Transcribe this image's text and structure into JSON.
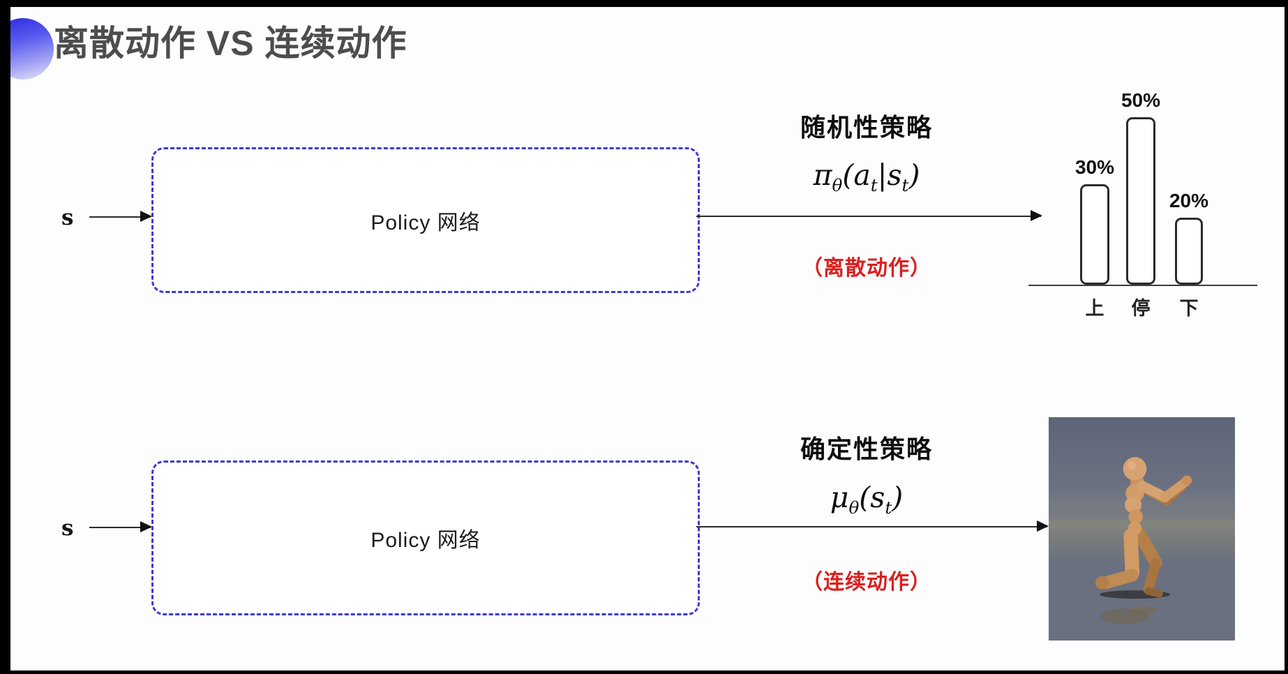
{
  "title": "离散动作 VS 连续动作",
  "row_discrete": {
    "input": "s",
    "box": "Policy 网络",
    "policy": "随机性策略",
    "formula": {
      "sym": "π",
      "sym_sub": "θ",
      "open": "(",
      "v1": "a",
      "v1_sub": "t",
      "sep": "|",
      "v2": "s",
      "v2_sub": "t",
      "close": ")"
    },
    "note": "（离散动作）"
  },
  "row_continuous": {
    "input": "s",
    "box": "Policy 网络",
    "policy": "确定性策略",
    "formula": {
      "sym": "μ",
      "sym_sub": "θ",
      "open": "(",
      "v1": "s",
      "v1_sub": "t",
      "close": ")"
    },
    "note": "（连续动作）"
  },
  "chart_data": {
    "type": "bar",
    "title": "",
    "categories": [
      "上",
      "停",
      "下"
    ],
    "values": [
      30,
      50,
      20
    ],
    "value_labels": [
      "30%",
      "50%",
      "20%"
    ],
    "xlabel": "",
    "ylabel": "",
    "ylim": [
      0,
      55
    ],
    "grid": false,
    "bar_style": "white fill, dark rounded outline, labels above bars, category labels under baseline"
  },
  "colors": {
    "box_border_blue": "#3b3bd6",
    "note_red": "#db1f1f",
    "title_gray": "#4d4d4d",
    "ball_blue": "#3434e6",
    "arrow_black": "#1a1a1a"
  }
}
